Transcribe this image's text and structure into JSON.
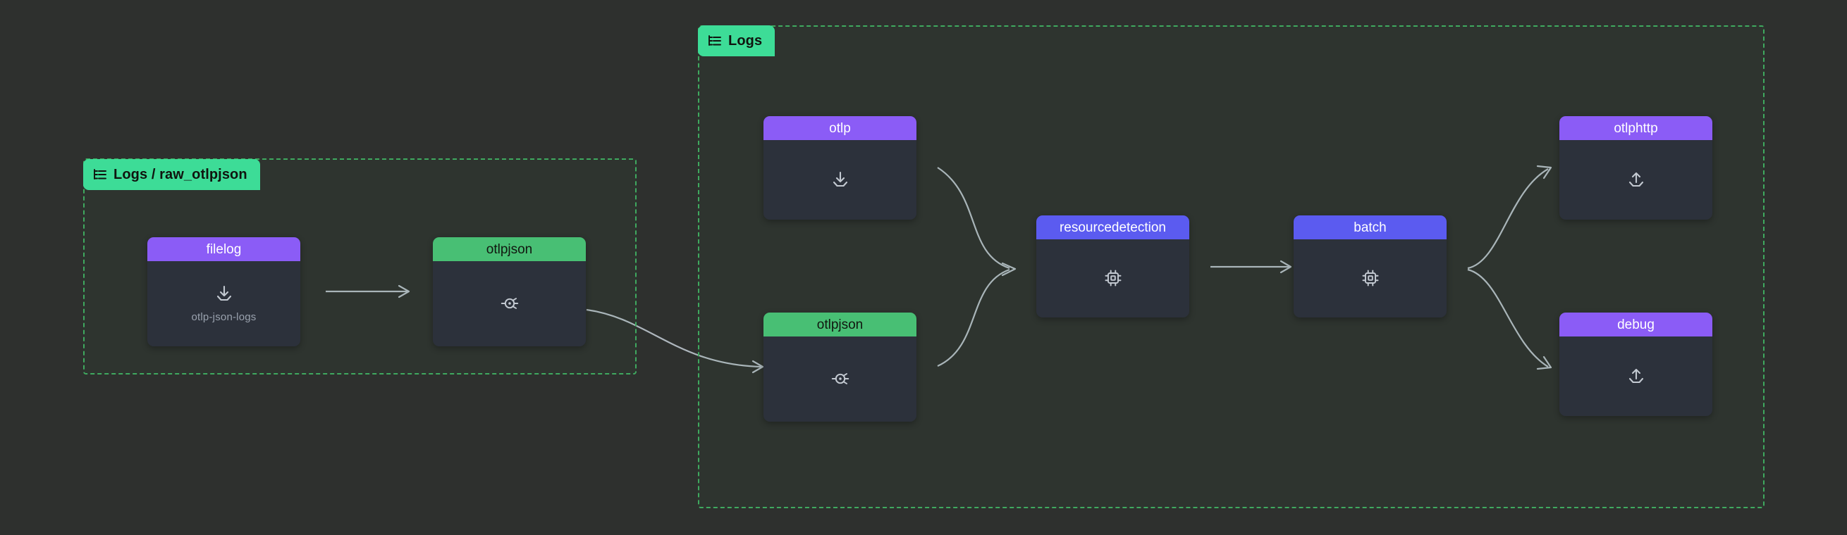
{
  "canvas": {
    "background": "#2e302e",
    "edge_color": "#aeb6bd",
    "group_border_color": "#3fa95f",
    "badge_color": "#3ddc97",
    "receiver_color": "#8b5cf6",
    "processor_color": "#5b5bf0",
    "connector_color": "#48bf74",
    "node_body_color": "#2c313b"
  },
  "groups": [
    {
      "id": "logs-raw-otlpjson",
      "label": "Logs / raw_otlpjson",
      "icon": "list-tree-icon"
    },
    {
      "id": "logs",
      "label": "Logs",
      "icon": "list-tree-icon"
    }
  ],
  "nodes": {
    "filelog": {
      "title": "filelog",
      "sub": "otlp-json-logs",
      "kind": "receiver",
      "icon": "import-icon"
    },
    "otlpjson_raw": {
      "title": "otlpjson",
      "sub": "",
      "kind": "connector",
      "icon": "connector-bug-icon"
    },
    "otlp": {
      "title": "otlp",
      "sub": "",
      "kind": "receiver",
      "icon": "import-icon"
    },
    "otlpjson_logs": {
      "title": "otlpjson",
      "sub": "",
      "kind": "connector",
      "icon": "connector-bug-icon"
    },
    "resourcedetection": {
      "title": "resourcedetection",
      "sub": "",
      "kind": "processor",
      "icon": "cpu-chip-icon"
    },
    "batch": {
      "title": "batch",
      "sub": "",
      "kind": "processor",
      "icon": "cpu-chip-icon"
    },
    "otlphttp": {
      "title": "otlphttp",
      "sub": "",
      "kind": "exporter",
      "icon": "export-icon"
    },
    "debug": {
      "title": "debug",
      "sub": "",
      "kind": "exporter",
      "icon": "export-icon"
    }
  },
  "edges": [
    {
      "from": "filelog",
      "to": "otlpjson_raw"
    },
    {
      "from": "otlpjson_raw",
      "to": "otlpjson_logs"
    },
    {
      "from": "otlp",
      "to": "resourcedetection"
    },
    {
      "from": "otlpjson_logs",
      "to": "resourcedetection"
    },
    {
      "from": "resourcedetection",
      "to": "batch"
    },
    {
      "from": "batch",
      "to": "otlphttp"
    },
    {
      "from": "batch",
      "to": "debug"
    }
  ]
}
